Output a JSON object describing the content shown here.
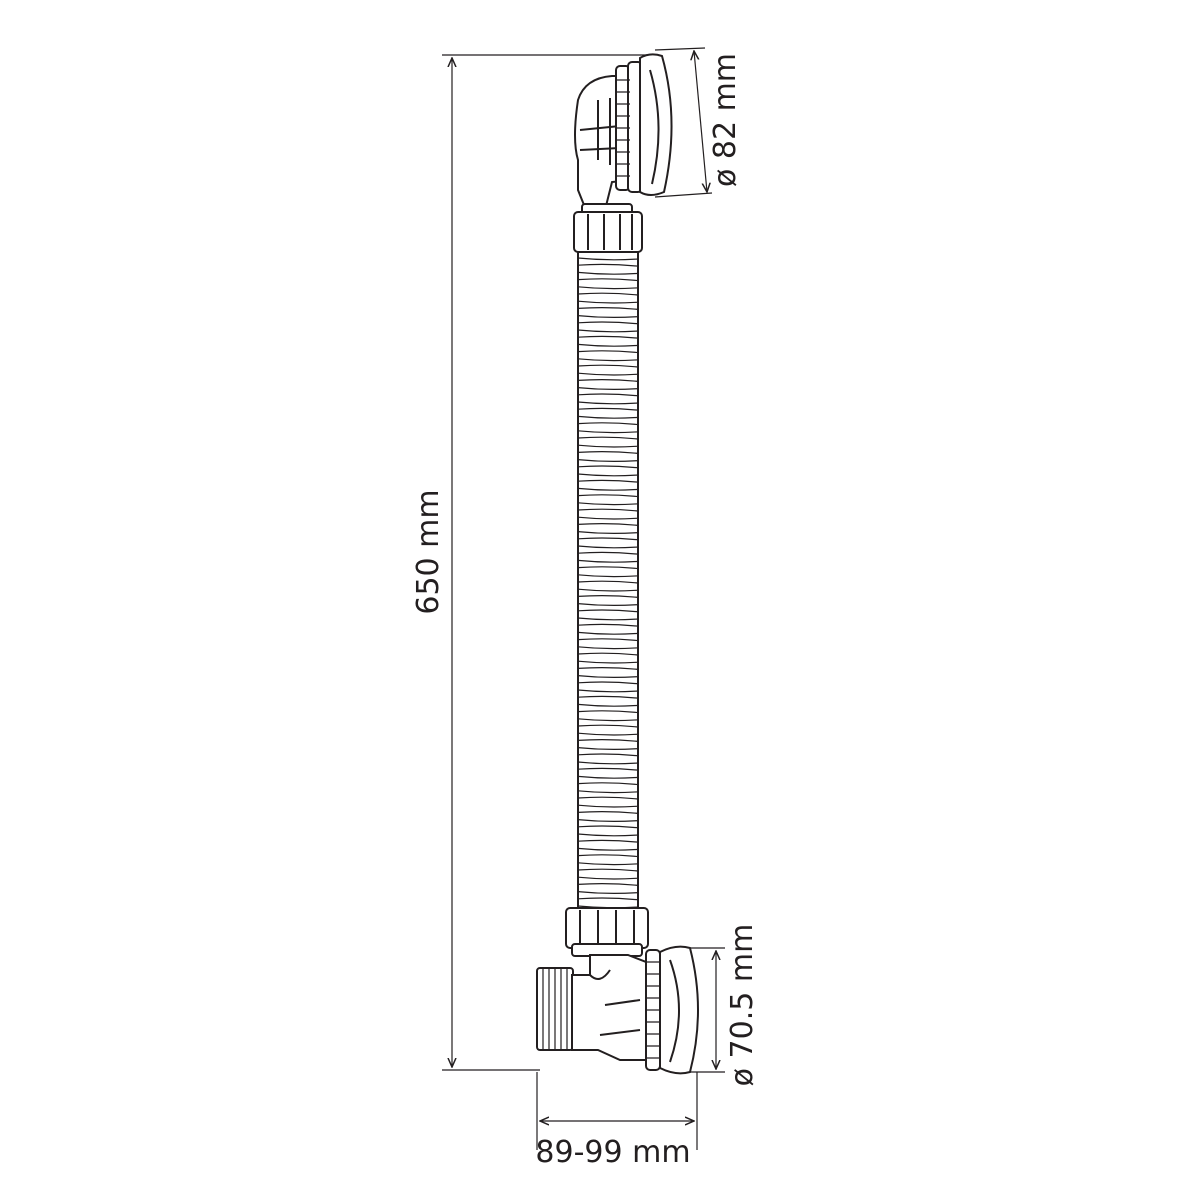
{
  "dimensions": {
    "overall_height": "650 mm",
    "top_diameter": "ø 82 mm",
    "bottom_diameter": "ø 70.5 mm",
    "width_range": "89-99 mm"
  },
  "colors": {
    "line": "#231f20",
    "background": "#ffffff"
  }
}
